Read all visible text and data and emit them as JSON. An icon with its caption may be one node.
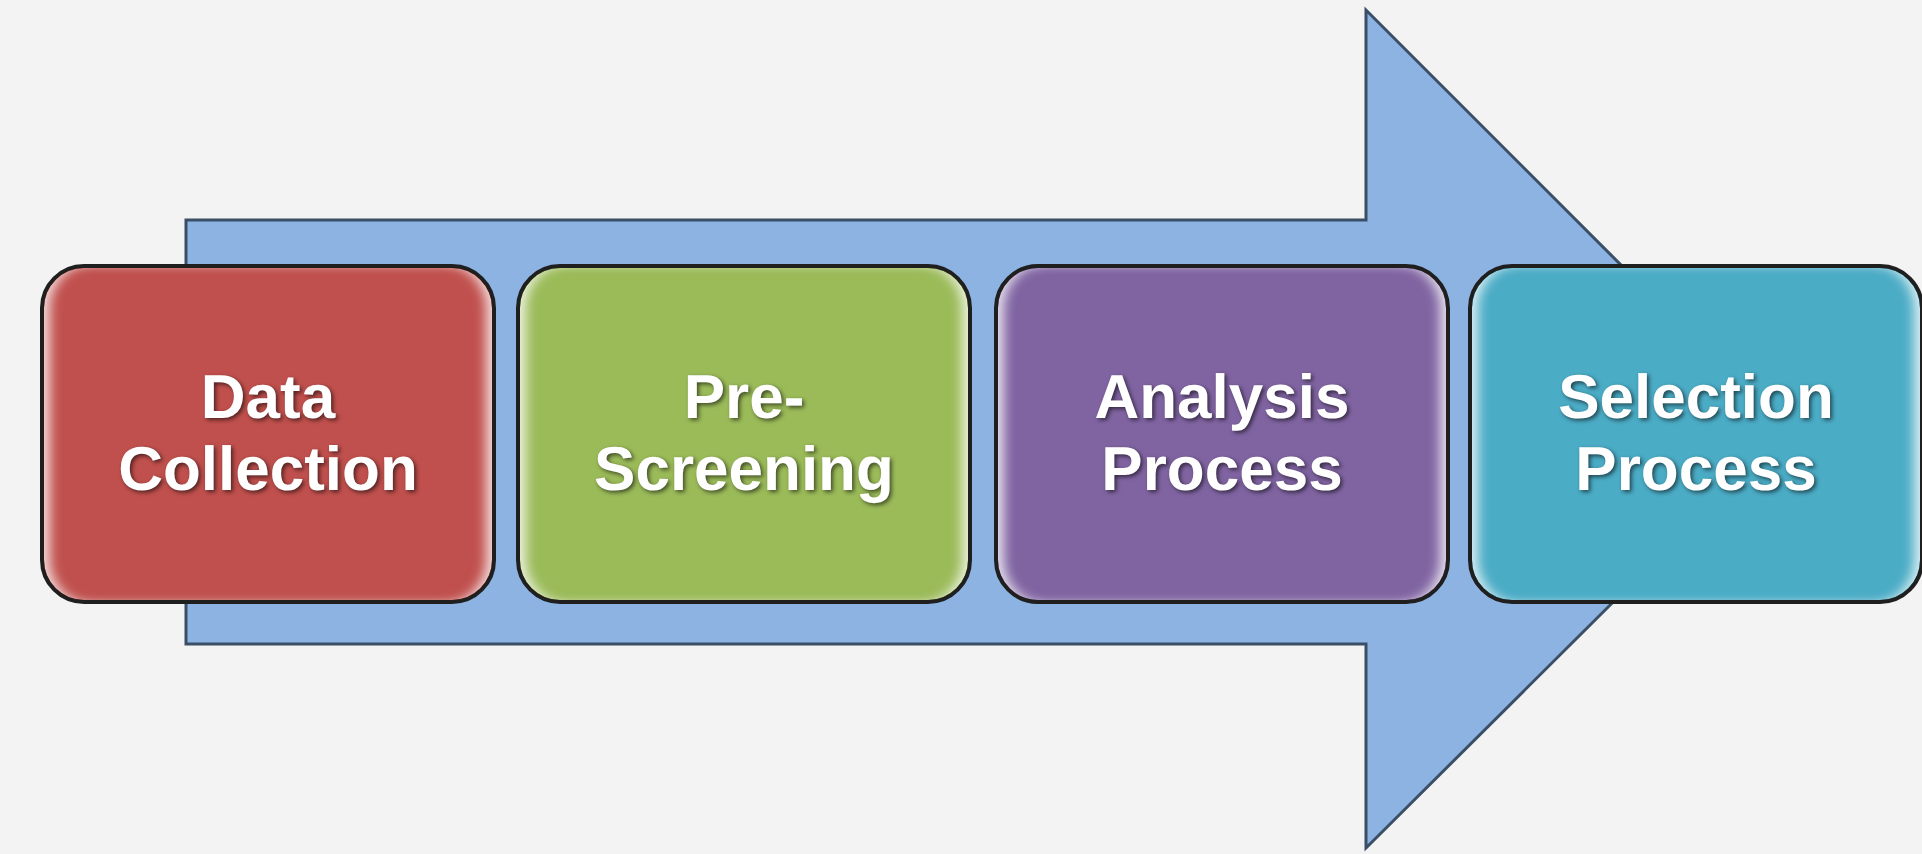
{
  "diagram": {
    "nodes": [
      {
        "text": [
          "Data Collection"
        ]
      },
      {
        "text": [
          "Pre- Screening"
        ]
      },
      {
        "text": [
          "Analysis Process"
        ]
      },
      {
        "text": [
          "Selection Process"
        ]
      }
    ],
    "edges": [
      {
        "from": 0,
        "to": 3,
        "arrow": "to"
      }
    ]
  }
}
